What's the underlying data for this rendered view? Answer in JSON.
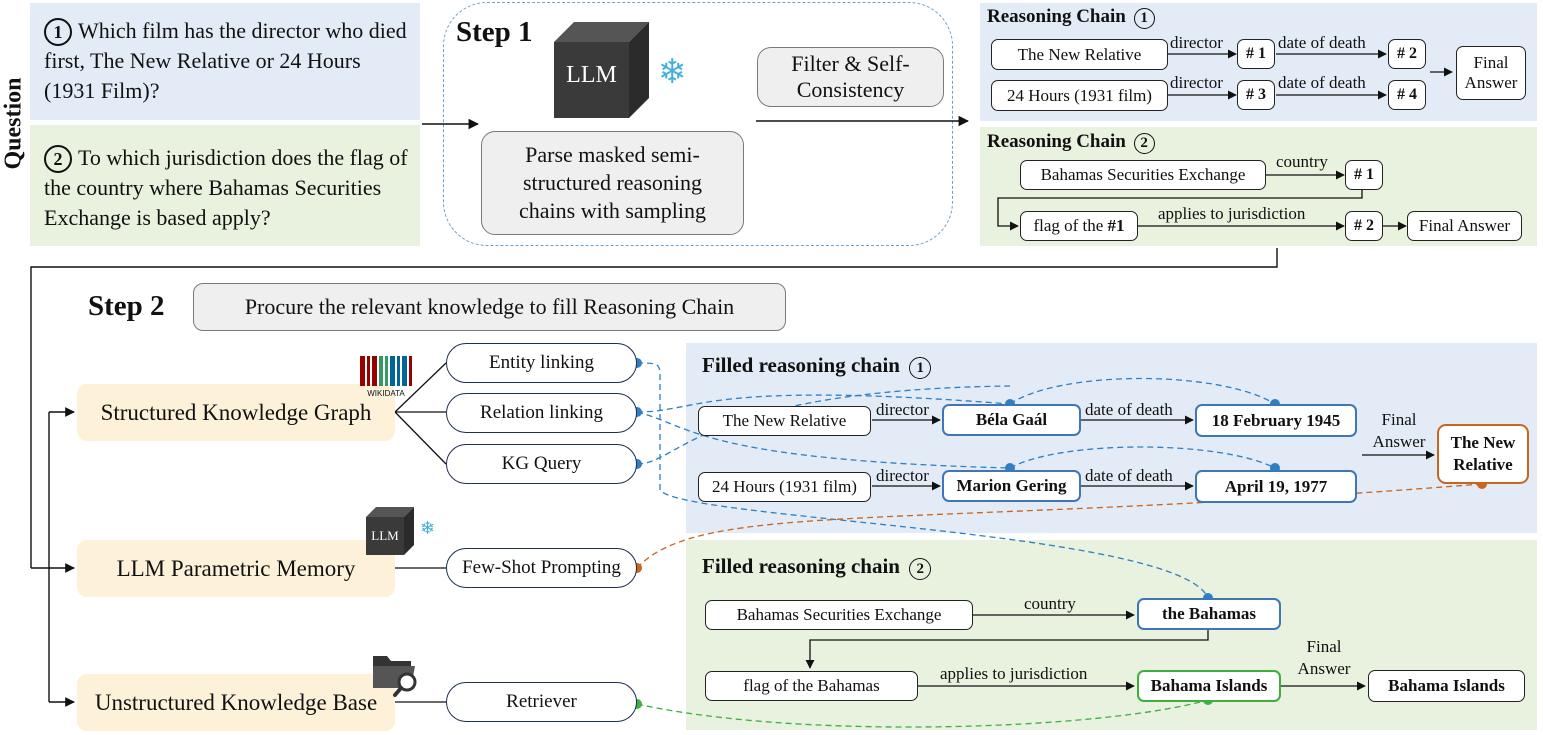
{
  "question_label": "Question",
  "q1": {
    "num": "1",
    "text": "Which film has the director who died first, The New Relative or 24 Hours (1931 Film)?"
  },
  "q2": {
    "num": "2",
    "text": "To which jurisdiction does the flag of the country where Bahamas Securities Exchange is based apply?"
  },
  "step1": {
    "title": "Step 1",
    "llm": "LLM",
    "parse": "Parse masked semi-structured reasoning chains with sampling",
    "filter": "Filter & Self-Consistency"
  },
  "chain1": {
    "title": "Reasoning Chain",
    "num": "1",
    "e1": "The New Relative",
    "e2": "24 Hours (1931 film)",
    "r_director": "director",
    "r_death": "date of death",
    "h1": "# 1",
    "h2": "# 2",
    "h3": "# 3",
    "h4": "# 4",
    "final": "Final Answer"
  },
  "chain2": {
    "title": "Reasoning Chain",
    "num": "2",
    "e1": "Bahamas Securities Exchange",
    "r_country": "country",
    "h1": "# 1",
    "flag_prefix": "flag of the ",
    "flag_ref": "#1",
    "r_juris": "applies to jurisdiction",
    "h2": "# 2",
    "final": "Final Answer"
  },
  "step2": {
    "title": "Step 2",
    "desc": "Procure the relevant knowledge to fill Reasoning Chain"
  },
  "sources": {
    "kg": "Structured Knowledge Graph",
    "llm": "LLM Parametric Memory",
    "kb": "Unstructured Knowledge Base",
    "wikidata": "WIKIDATA",
    "llm_icon": "LLM"
  },
  "tools": {
    "entity": "Entity linking",
    "relation": "Relation linking",
    "kg_query": "KG Query",
    "fewshot": "Few-Shot Prompting",
    "retriever": "Retriever"
  },
  "filled1": {
    "title": "Filled reasoning chain",
    "num": "1",
    "e1": "The New Relative",
    "e2": "24 Hours (1931 film)",
    "r_director": "director",
    "r_death": "date of death",
    "d1": "Béla Gaál",
    "d2": "Marion Gering",
    "date1": "18 February 1945",
    "date2": "April 19, 1977",
    "final_label": "Final Answer",
    "answer": "The New Relative"
  },
  "filled2": {
    "title": "Filled reasoning chain",
    "num": "2",
    "e1": "Bahamas Securities Exchange",
    "r_country": "country",
    "country": "the Bahamas",
    "flag": "flag of the Bahamas",
    "r_juris": "applies to jurisdiction",
    "juris": "Bahama Islands",
    "final_label": "Final Answer",
    "answer": "Bahama Islands"
  },
  "colors": {
    "blue_panel": "#e3ecf6",
    "green_panel": "#e9f1df",
    "source_fill": "#fdf2d9",
    "blue_link": "#2f7fc4",
    "orange_link": "#c8651e",
    "green_link": "#3cb043"
  }
}
